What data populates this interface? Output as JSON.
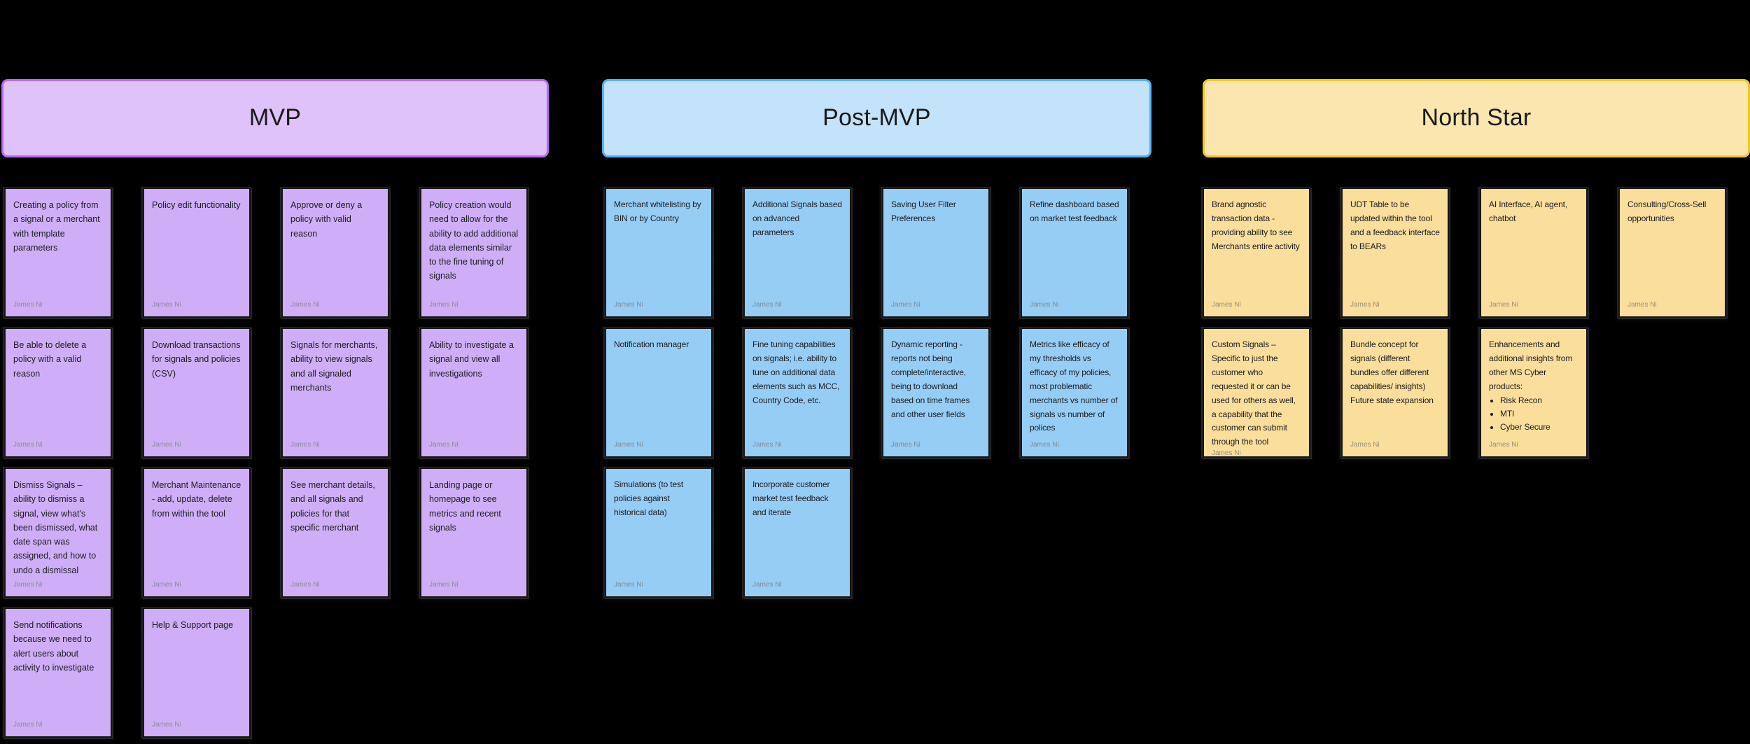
{
  "board": {
    "background_color": "#000000",
    "author_default": "James Ni"
  },
  "columns": [
    {
      "id": "mvp",
      "title": "MVP",
      "header_fill": "#DEC2F9",
      "header_border": "#B66BF2",
      "note_fill": "#CFAEF7",
      "notes": [
        {
          "text": "Creating a policy from a signal or a merchant with template parameters",
          "author": "James Ni"
        },
        {
          "text": "Policy edit functionality",
          "author": "James Ni"
        },
        {
          "text": "Approve or deny a policy with valid reason",
          "author": "James Ni"
        },
        {
          "text": "Policy creation would need to allow for the ability to add additional data elements similar to the fine tuning of signals",
          "author": "James Ni"
        },
        {
          "text": "Be able to delete a policy with a valid reason",
          "author": "James Ni"
        },
        {
          "text": "Download transactions for signals and policies (CSV)",
          "author": "James Ni"
        },
        {
          "text": "Signals for merchants, ability to view signals and all signaled merchants",
          "author": "James Ni"
        },
        {
          "text": "Ability to investigate a signal and view all investigations",
          "author": "James Ni"
        },
        {
          "text": "Dismiss Signals – ability to dismiss a signal, view what's been dismissed, what date span was assigned, and how to undo a dismissal",
          "author": "James Ni"
        },
        {
          "text": "Merchant Maintenance - add, update, delete from within the tool",
          "author": "James Ni"
        },
        {
          "text": "See merchant details, and all signals and policies for that specific merchant",
          "author": "James Ni"
        },
        {
          "text": "Landing page or homepage to see metrics and recent signals",
          "author": "James Ni"
        },
        {
          "text": "Send notifications because we need to alert users about activity to investigate",
          "author": "James Ni"
        },
        {
          "text": "Help & Support page",
          "author": "James Ni"
        }
      ]
    },
    {
      "id": "post-mvp",
      "title": "Post-MVP",
      "header_fill": "#C3E3FB",
      "header_border": "#4FB3F2",
      "note_fill": "#96CDF5",
      "notes": [
        {
          "text": "Merchant whitelisting by BIN or by Country",
          "author": "James Ni"
        },
        {
          "text": "Additional Signals based on advanced parameters",
          "author": "James Ni"
        },
        {
          "text": "Saving User Filter Preferences",
          "author": "James Ni"
        },
        {
          "text": "Refine dashboard based on market test feedback",
          "author": "James Ni"
        },
        {
          "text": "Notification manager",
          "author": "James Ni"
        },
        {
          "text": "Fine tuning capabilities on signals; i.e. ability to tune on additional data elements such as MCC, Country Code, etc.",
          "author": "James Ni"
        },
        {
          "text": "Dynamic reporting - reports not being complete/interactive, being to download based on time frames and other user fields",
          "author": "James Ni"
        },
        {
          "text": "Metrics like efficacy of my thresholds vs efficacy of my policies, most problematic merchants vs number of signals vs number of polices",
          "author": "James Ni"
        },
        {
          "text": "Simulations (to test policies against historical data)",
          "author": "James Ni"
        },
        {
          "text": "Incorporate customer market test feedback and iterate",
          "author": "James Ni"
        }
      ]
    },
    {
      "id": "north-star",
      "title": "North Star",
      "header_fill": "#FAE6AE",
      "header_border": "#F2C822",
      "note_fill": "#FADE9B",
      "notes": [
        {
          "text": "Brand agnostic transaction data - providing ability to see Merchants entire activity",
          "author": "James Ni"
        },
        {
          "text": "UDT Table to be updated within the tool and a feedback interface to BEARs",
          "author": "James Ni"
        },
        {
          "text": "AI Interface, AI agent, chatbot",
          "author": "James Ni"
        },
        {
          "text": "Consulting/Cross-Sell opportunities",
          "author": "James Ni"
        },
        {
          "text": "Custom Signals – Specific to just the customer who requested it or can be used for others as well, a capability that the customer can submit through the tool",
          "author": "James Ni"
        },
        {
          "text": "Bundle concept for signals (different bundles offer different capabilities/ insights) Future state expansion",
          "author": "James Ni"
        },
        {
          "text": "Enhancements and additional insights from other MS Cyber products:",
          "bullets": [
            "Risk Recon",
            "MTI",
            "Cyber Secure"
          ],
          "author": "James Ni"
        }
      ]
    }
  ]
}
